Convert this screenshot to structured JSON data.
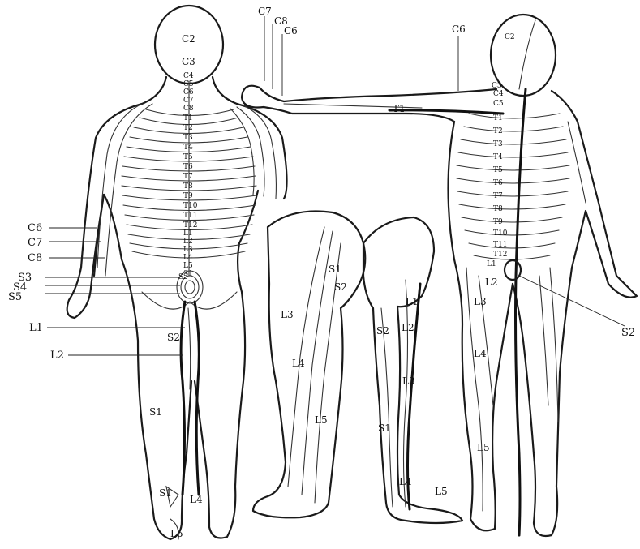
{
  "back_figure": {
    "head": [
      "C2",
      "C3"
    ],
    "side": [
      "C6",
      "C7",
      "C8",
      "S3",
      "S4",
      "S5",
      "L1",
      "L2"
    ],
    "spine": [
      "C4",
      "C5",
      "C6",
      "C7",
      "C8",
      "T1",
      "T2",
      "T3",
      "T4",
      "T5",
      "T6",
      "T7",
      "T8",
      "T9",
      "T10",
      "T11",
      "T12",
      "L1",
      "L2",
      "L3",
      "L4",
      "L5",
      "S1",
      "S2"
    ],
    "legs": [
      "S2",
      "S1",
      "S1",
      "L4",
      "L5"
    ]
  },
  "side_figure": {
    "labels": [
      "S1",
      "S2",
      "L3",
      "L4",
      "L5",
      "L1",
      "L2",
      "S2",
      "L3",
      "S1",
      "L4",
      "L5"
    ]
  },
  "front_figure": {
    "arm_top": [
      "C7",
      "C8",
      "C6",
      "C6",
      "T1"
    ],
    "head": [
      "C2",
      "C3",
      "C4",
      "C5"
    ],
    "trunk": [
      "T1",
      "T2",
      "T3",
      "T4",
      "T5",
      "T6",
      "T7",
      "T8",
      "T9",
      "T10",
      "T11",
      "T12",
      "L1"
    ],
    "legs": [
      "L2",
      "L3",
      "L4",
      "L5",
      "S2"
    ]
  }
}
